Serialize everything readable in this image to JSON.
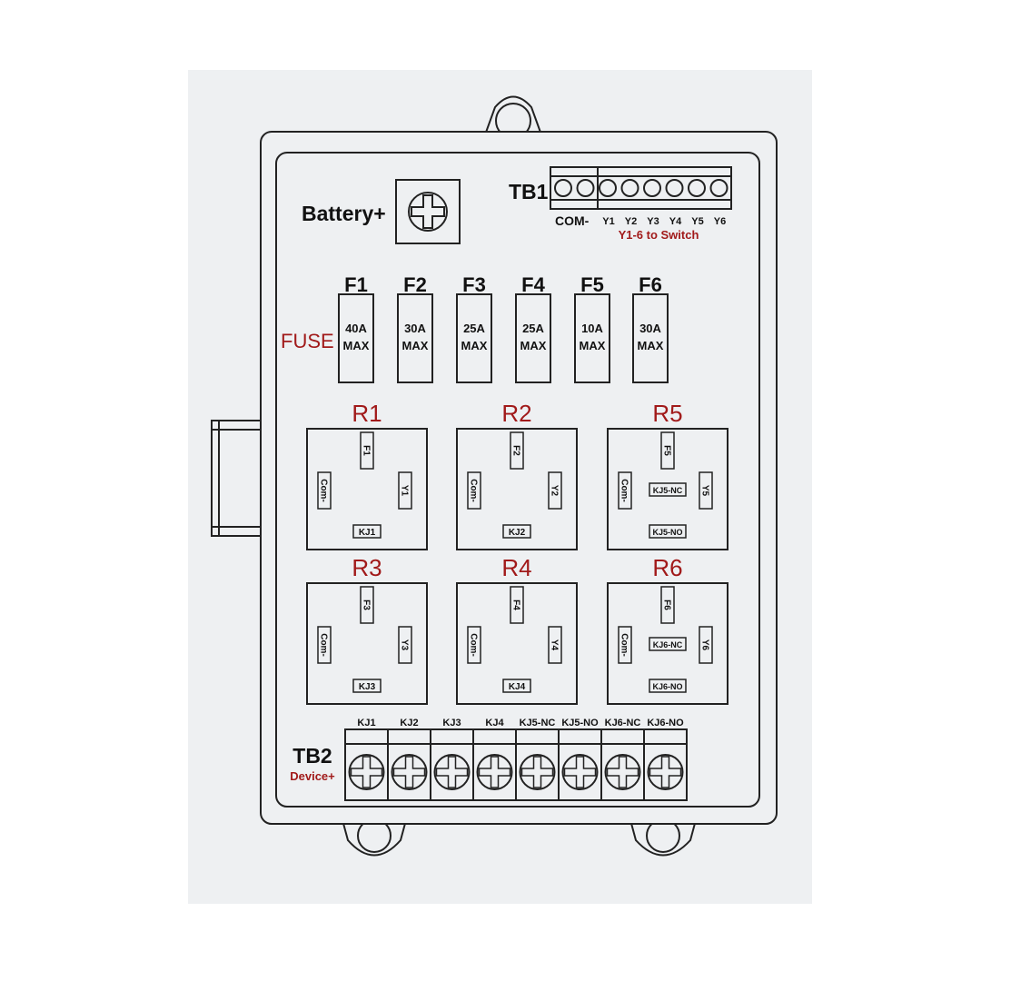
{
  "battery": {
    "label": "Battery+"
  },
  "tb1": {
    "label": "TB1",
    "com_label": "COM-",
    "terminals": [
      "Y1",
      "Y2",
      "Y3",
      "Y4",
      "Y5",
      "Y6"
    ],
    "note": "Y1-6 to Switch"
  },
  "fuse": {
    "label": "FUSE",
    "items": [
      {
        "name": "F1",
        "rating": "40A",
        "max": "MAX"
      },
      {
        "name": "F2",
        "rating": "30A",
        "max": "MAX"
      },
      {
        "name": "F3",
        "rating": "25A",
        "max": "MAX"
      },
      {
        "name": "F4",
        "rating": "25A",
        "max": "MAX"
      },
      {
        "name": "F5",
        "rating": "10A",
        "max": "MAX"
      },
      {
        "name": "F6",
        "rating": "30A",
        "max": "MAX"
      }
    ]
  },
  "relays": [
    {
      "name": "R1",
      "top": "F1",
      "left": "Com-",
      "right": "Y1",
      "bottom": "KJ1"
    },
    {
      "name": "R2",
      "top": "F2",
      "left": "Com-",
      "right": "Y2",
      "bottom": "KJ2"
    },
    {
      "name": "R5",
      "top": "F5",
      "left": "Com-",
      "right": "Y5",
      "center": "KJ5-NC",
      "bottom": "KJ5-NO"
    },
    {
      "name": "R3",
      "top": "F3",
      "left": "Com-",
      "right": "Y3",
      "bottom": "KJ3"
    },
    {
      "name": "R4",
      "top": "F4",
      "left": "Com-",
      "right": "Y4",
      "bottom": "KJ4"
    },
    {
      "name": "R6",
      "top": "F6",
      "left": "Com-",
      "right": "Y6",
      "center": "KJ6-NC",
      "bottom": "KJ6-NO"
    }
  ],
  "tb2": {
    "label": "TB2",
    "sublabel": "Device+",
    "terminals": [
      "KJ1",
      "KJ2",
      "KJ3",
      "KJ4",
      "KJ5-NC",
      "KJ5-NO",
      "KJ6-NC",
      "KJ6-NO"
    ]
  },
  "colors": {
    "accent": "#a11a1a",
    "line": "#222222",
    "panel": "#eef0f2"
  }
}
